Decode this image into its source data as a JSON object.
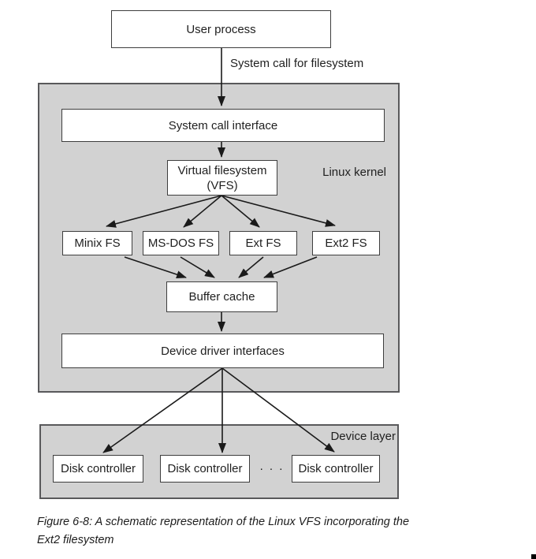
{
  "figure": {
    "type": "diagram",
    "subject": "Linux VFS architecture"
  },
  "colors": {
    "background": "#ffffff",
    "panel_fill": "#d2d2d2",
    "panel_border": "#59595b",
    "node_border": "#3e3e3e",
    "node_fill": "#ffffff",
    "line": "#1a1a1a",
    "text": "#1f1f1f"
  },
  "nodes": {
    "user_process": "User process",
    "system_call_interface": "System call interface",
    "vfs_line1": "Virtual filesystem",
    "vfs_line2": "(VFS)",
    "minix_fs": "Minix FS",
    "msdos_fs": "MS-DOS FS",
    "ext_fs": "Ext FS",
    "ext2_fs": "Ext2 FS",
    "buffer_cache": "Buffer cache",
    "device_driver_interfaces": "Device driver interfaces"
  },
  "annotations": {
    "system_call_label": "System call for filesystem",
    "kernel_region_label": "Linux kernel",
    "device_region_label": "Device layer",
    "ellipsis": ". . ."
  },
  "device_layer": {
    "disk_controllers": [
      "Disk controller",
      "Disk controller",
      "Disk controller"
    ]
  },
  "caption": {
    "line1": "Figure 6-8: A schematic representation of the Linux VFS incorporating the",
    "line2": "Ext2 filesystem"
  }
}
